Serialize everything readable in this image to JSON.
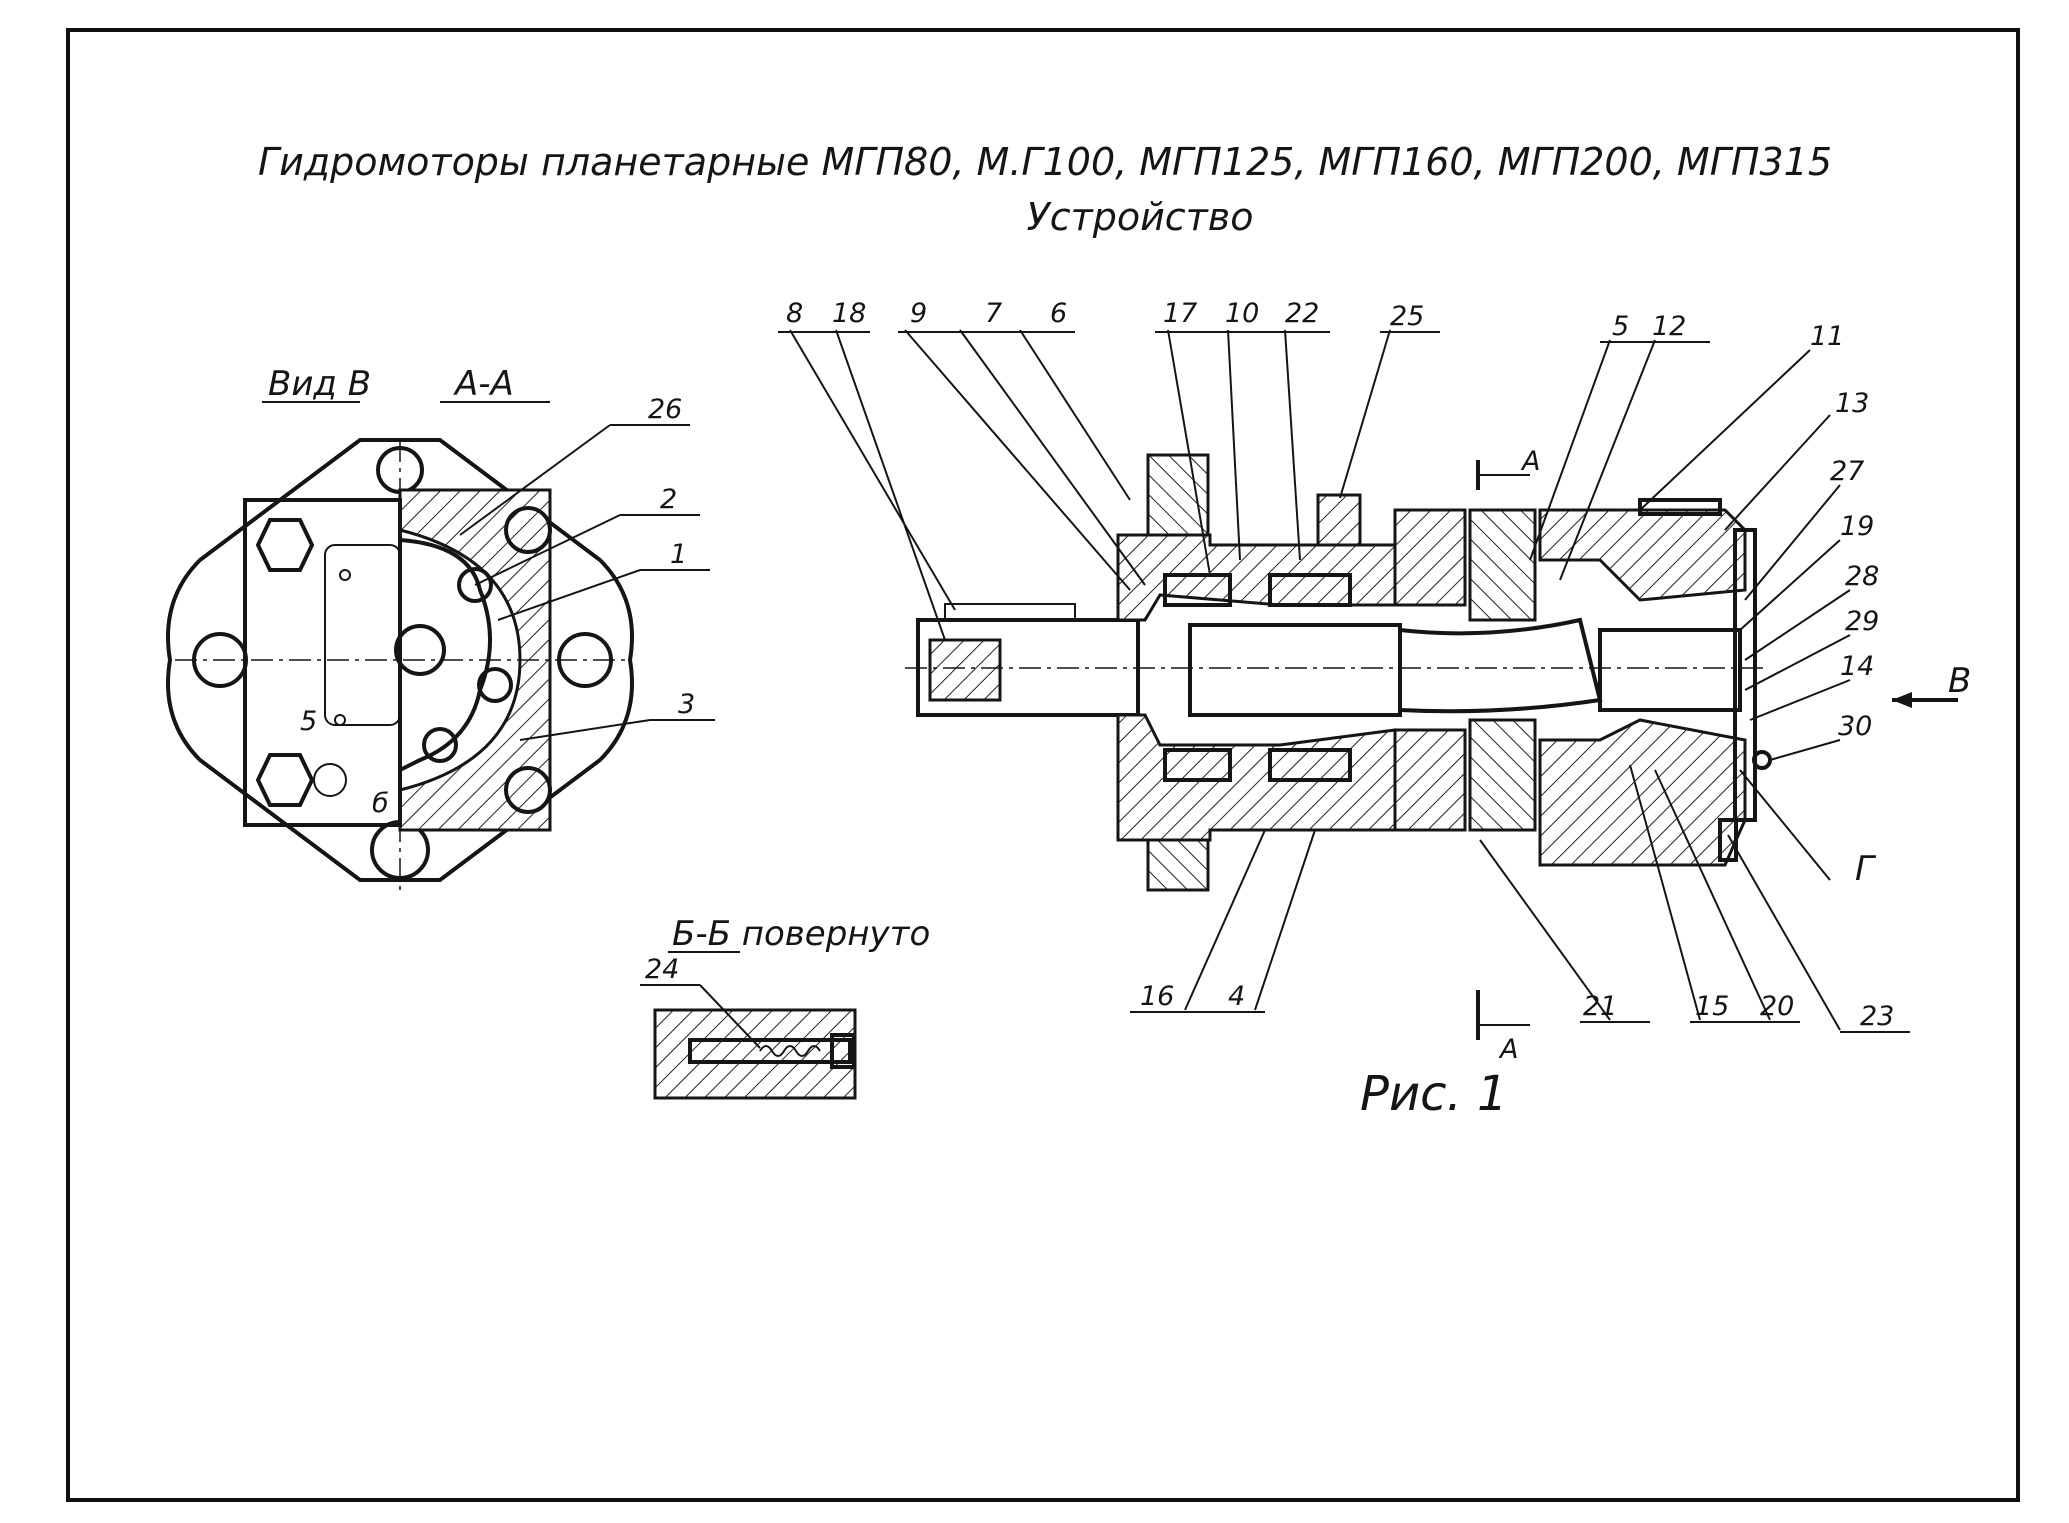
{
  "title": "Гидромоторы планетарные МГП80, М.Г100, МГП125, МГП160, МГП200, МГП315",
  "subtitle": "Устройство",
  "views": {
    "view_b": "Вид В",
    "section_aa": "А-А",
    "section_bb": "Б-Б повернуто"
  },
  "figure_caption": "Рис. 1",
  "section_marks": {
    "a_top": "А",
    "a_bottom": "А",
    "arrow_v": "В",
    "label_g": "Г",
    "mark_5": "5",
    "mark_6": "б"
  },
  "left_view_callouts": [
    "26",
    "2",
    "1",
    "3"
  ],
  "section_bb_callouts": [
    "24"
  ],
  "main_top_callouts": [
    "8",
    "18",
    "9",
    "7",
    "6",
    "17",
    "10",
    "22",
    "25",
    "5",
    "12"
  ],
  "main_right_callouts": [
    "11",
    "13",
    "27",
    "19",
    "28",
    "29",
    "14",
    "30"
  ],
  "main_bottom_callouts": [
    "16",
    "4",
    "21",
    "15",
    "20",
    "23"
  ]
}
